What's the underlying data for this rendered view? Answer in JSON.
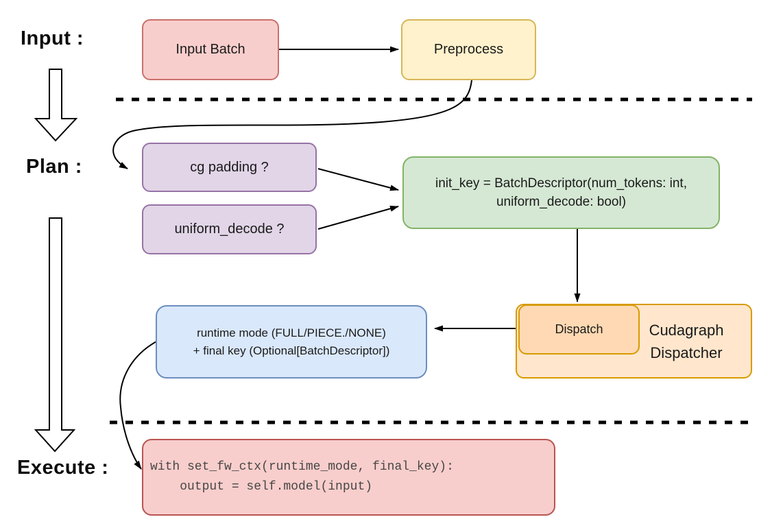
{
  "diagram": {
    "title_semantics": "cudagraph dispatch flow",
    "stage_labels": {
      "input": "Input :",
      "plan": "Plan :",
      "execute": "Execute :"
    },
    "nodes": {
      "input_batch": {
        "label": "Input Batch",
        "fill": "#f8cecc",
        "stroke": "#c9706a"
      },
      "preprocess": {
        "label": "Preprocess",
        "fill": "#fff2cc",
        "stroke": "#d6b656"
      },
      "cg_padding": {
        "label": "cg padding ?",
        "fill": "#e1d5e7",
        "stroke": "#9673a6"
      },
      "uniform_decode": {
        "label": "uniform_decode ?",
        "fill": "#e1d5e7",
        "stroke": "#9673a6"
      },
      "init_key": {
        "line1": "init_key = BatchDescriptor(num_tokens: int,",
        "line2": "uniform_decode: bool)",
        "fill": "#d5e8d4",
        "stroke": "#82b366"
      },
      "dispatch": {
        "label": "Dispatch",
        "fill": "#ffd9b3",
        "stroke": "#d79b00"
      },
      "cudagraph_dispatcher": {
        "line1": "Cudagraph",
        "line2": "Dispatcher",
        "fill": "#ffe6cc",
        "stroke": "#d79b00"
      },
      "runtime_result": {
        "line1": "runtime mode (FULL/PIECE./NONE)",
        "line2": "+ final key (Optional[BatchDescriptor])",
        "fill": "#dae8fc",
        "stroke": "#6c8ebf"
      },
      "execute_code": {
        "line1": "with set_fw_ctx(runtime_mode, final_key):",
        "line2": "    output = self.model(input)",
        "fill": "#f8cecc",
        "stroke": "#b85450"
      }
    },
    "connector_color": "#000000"
  }
}
